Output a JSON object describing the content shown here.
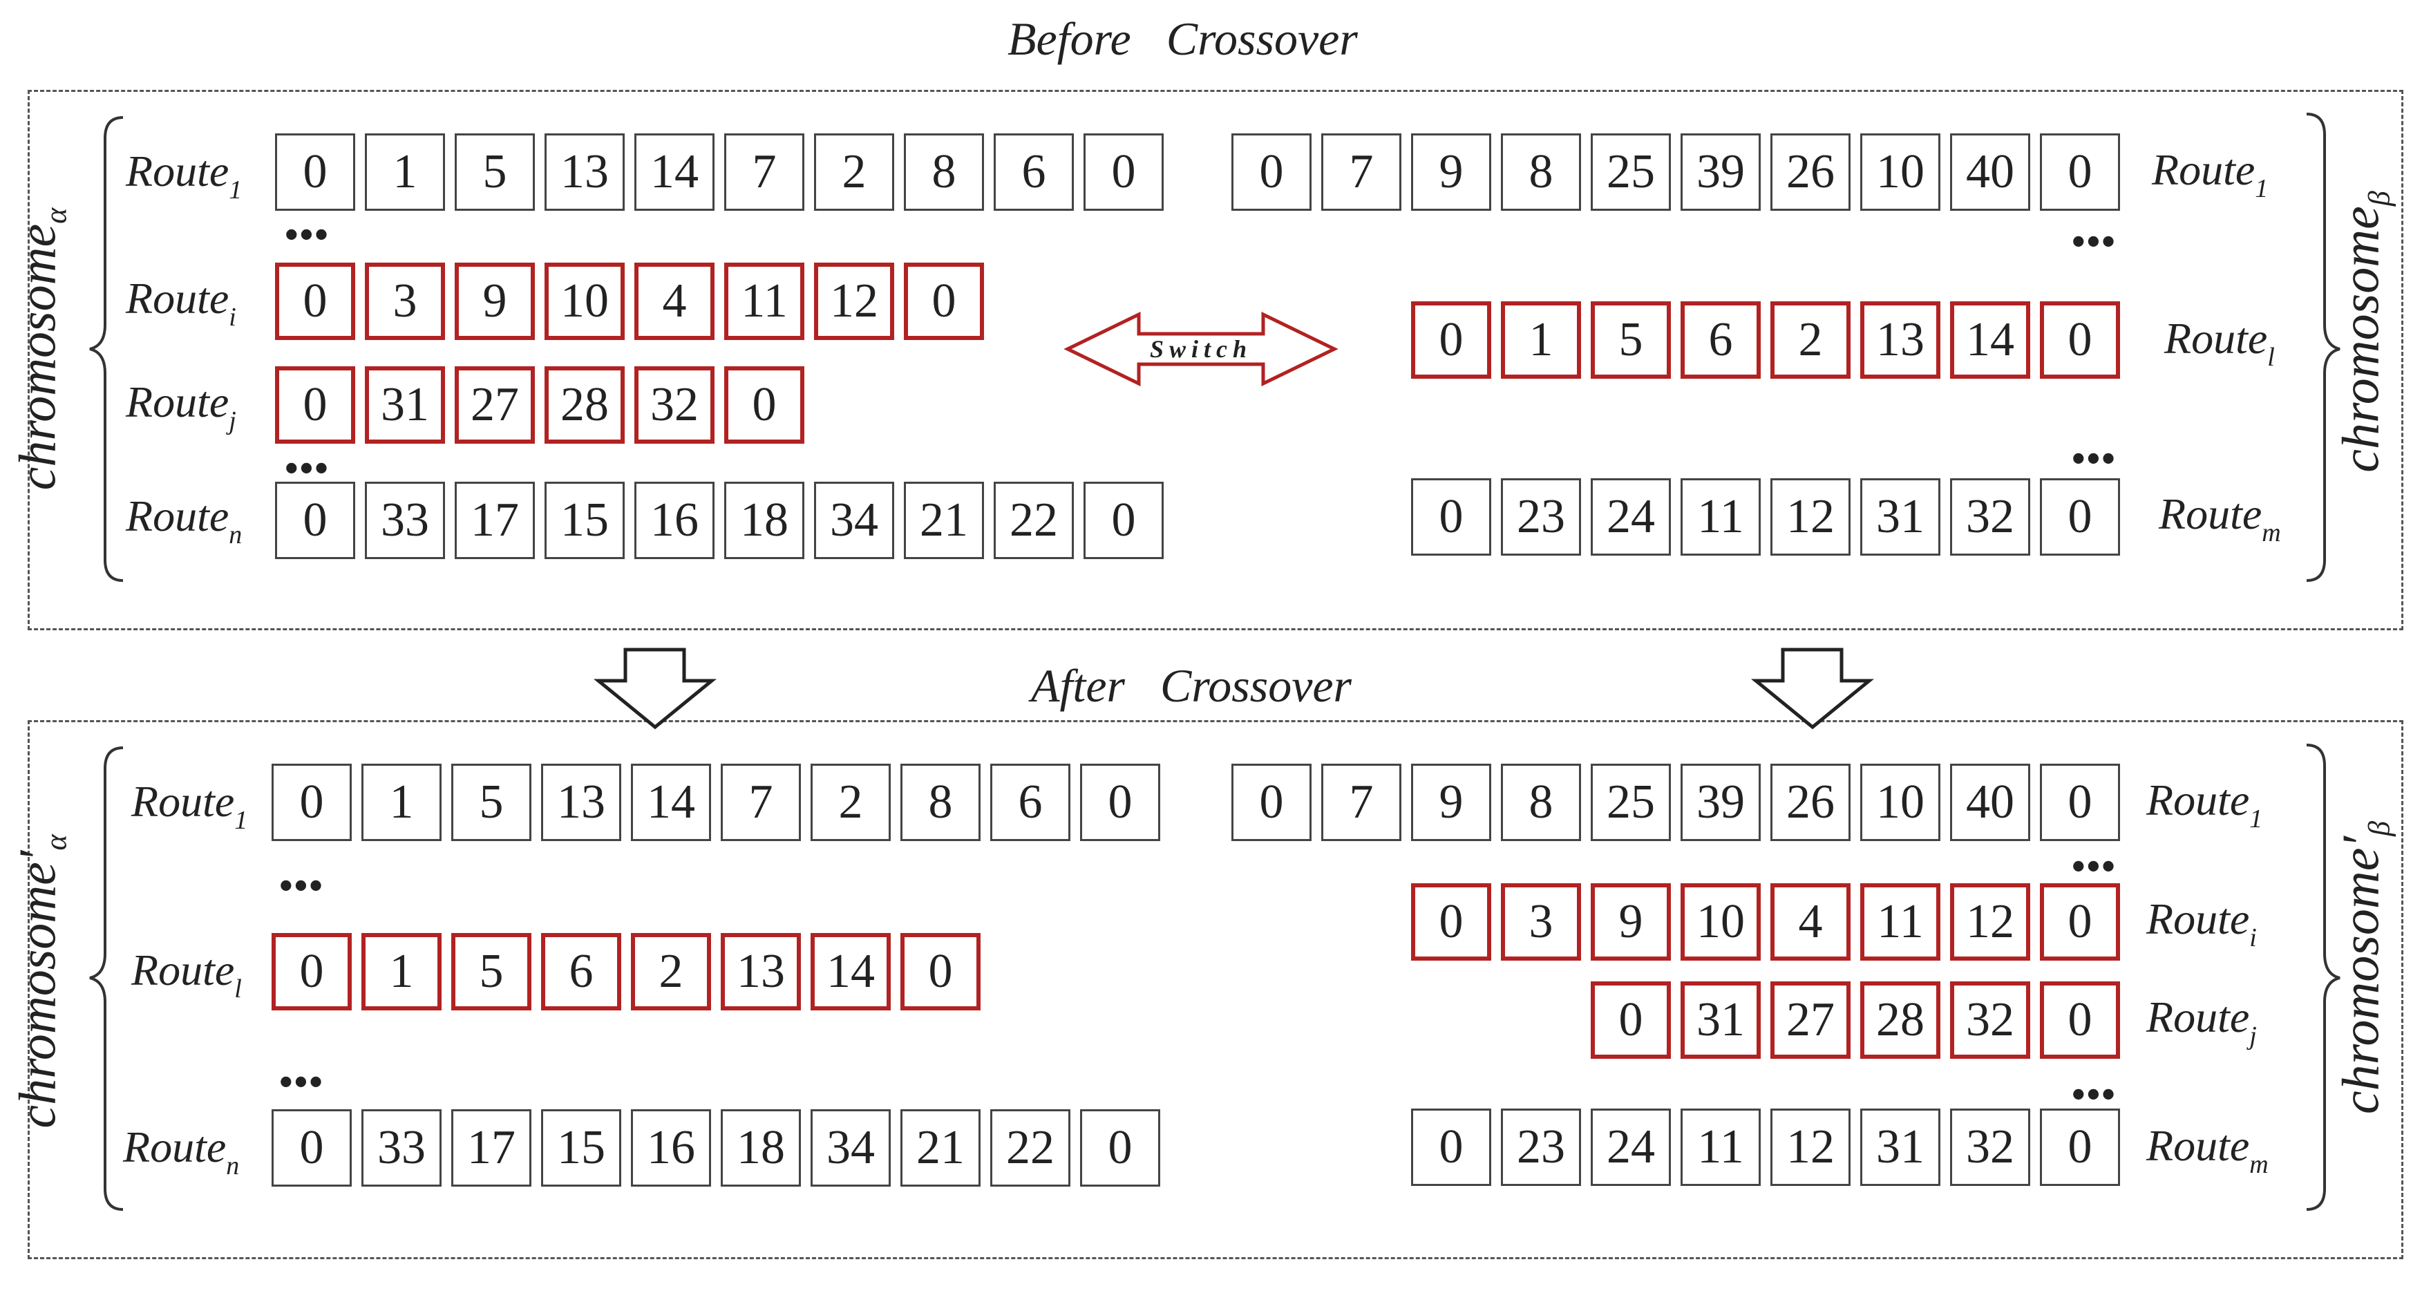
{
  "titles": {
    "before": "Before   Crossover",
    "after": "After   Crossover"
  },
  "switch_label": "Switch",
  "dots": "•••",
  "colors": {
    "highlight": "#b22222",
    "cell_border": "#444444",
    "frame": "#555555"
  },
  "chromosomes": {
    "alpha": {
      "base": "chromosome",
      "sub": "α"
    },
    "beta": {
      "base": "chromosome",
      "sub": "β"
    },
    "alpha_prime": {
      "base": "chromosome′",
      "sub": "α"
    },
    "beta_prime": {
      "base": "chromosome′",
      "sub": "β"
    }
  },
  "before": {
    "left_route1": {
      "name": "Route",
      "sub": "1",
      "values": [
        "0",
        "1",
        "5",
        "13",
        "14",
        "7",
        "2",
        "8",
        "6",
        "0"
      ]
    },
    "left_routei": {
      "name": "Route",
      "sub": "i",
      "values": [
        "0",
        "3",
        "9",
        "10",
        "4",
        "11",
        "12",
        "0"
      ]
    },
    "left_routej": {
      "name": "Route",
      "sub": "j",
      "values": [
        "0",
        "31",
        "27",
        "28",
        "32",
        "0"
      ]
    },
    "left_routen": {
      "name": "Route",
      "sub": "n",
      "values": [
        "0",
        "33",
        "17",
        "15",
        "16",
        "18",
        "34",
        "21",
        "22",
        "0"
      ]
    },
    "right_route1": {
      "name": "Route",
      "sub": "1",
      "values": [
        "0",
        "7",
        "9",
        "8",
        "25",
        "39",
        "26",
        "10",
        "40",
        "0"
      ]
    },
    "right_routel": {
      "name": "Route",
      "sub": "l",
      "values": [
        "0",
        "1",
        "5",
        "6",
        "2",
        "13",
        "14",
        "0"
      ]
    },
    "right_routem": {
      "name": "Route",
      "sub": "m",
      "values": [
        "0",
        "23",
        "24",
        "11",
        "12",
        "31",
        "32",
        "0"
      ]
    }
  },
  "after": {
    "left_route1": {
      "name": "Route",
      "sub": "1",
      "values": [
        "0",
        "1",
        "5",
        "13",
        "14",
        "7",
        "2",
        "8",
        "6",
        "0"
      ]
    },
    "left_routel": {
      "name": "Route",
      "sub": "l",
      "values": [
        "0",
        "1",
        "5",
        "6",
        "2",
        "13",
        "14",
        "0"
      ]
    },
    "left_routen": {
      "name": "Route",
      "sub": "n",
      "values": [
        "0",
        "33",
        "17",
        "15",
        "16",
        "18",
        "34",
        "21",
        "22",
        "0"
      ]
    },
    "right_route1": {
      "name": "Route",
      "sub": "1",
      "values": [
        "0",
        "7",
        "9",
        "8",
        "25",
        "39",
        "26",
        "10",
        "40",
        "0"
      ]
    },
    "right_routei": {
      "name": "Route",
      "sub": "i",
      "values": [
        "0",
        "3",
        "9",
        "10",
        "4",
        "11",
        "12",
        "0"
      ]
    },
    "right_routej": {
      "name": "Route",
      "sub": "j",
      "values": [
        "0",
        "31",
        "27",
        "28",
        "32",
        "0"
      ]
    },
    "right_routem": {
      "name": "Route",
      "sub": "m",
      "values": [
        "0",
        "23",
        "24",
        "11",
        "12",
        "31",
        "32",
        "0"
      ]
    }
  }
}
